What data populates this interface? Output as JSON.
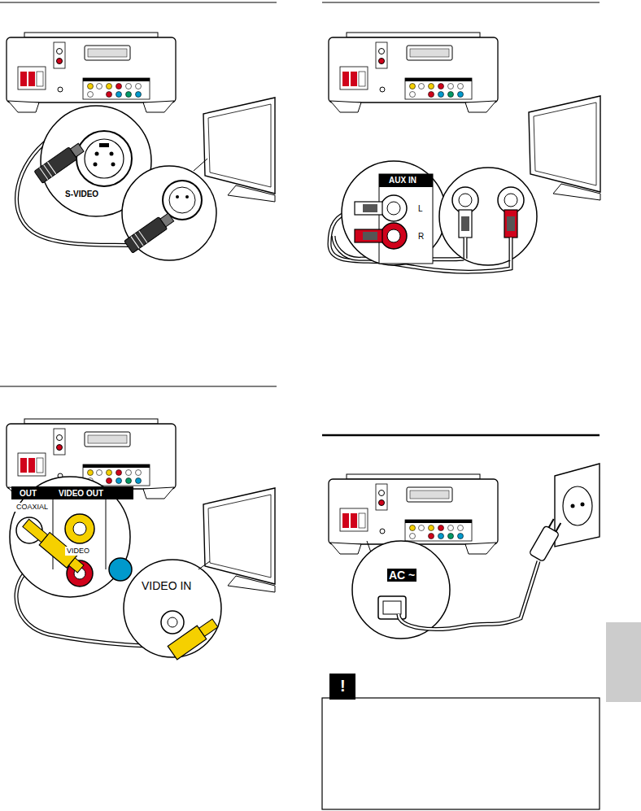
{
  "diagram": {
    "labels": [
      "S-VIDEO",
      "AUX IN",
      "L",
      "R",
      "OUT",
      "COAXIAL",
      "VIDEO OUT",
      "VIDEO",
      "VIDEO IN",
      "AC ~",
      "!"
    ]
  }
}
